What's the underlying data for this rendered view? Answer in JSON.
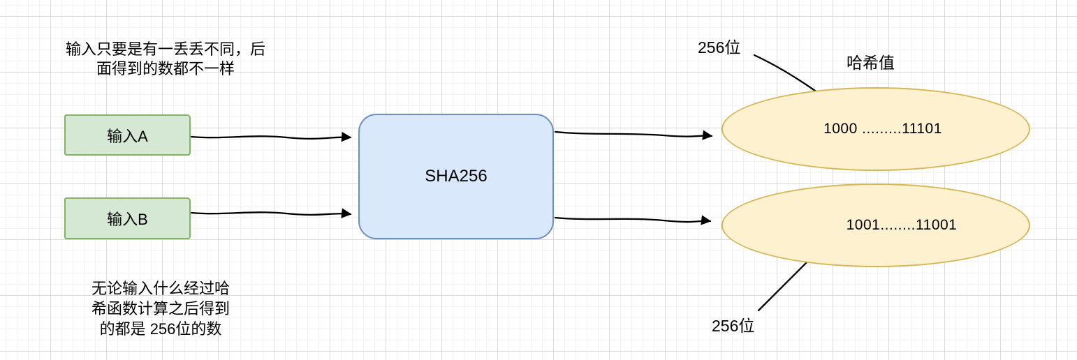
{
  "colors": {
    "input_fill": "#d5e8d4",
    "input_border": "#82b366",
    "hash_fn_fill": "#dae8fc",
    "hash_fn_border": "#6c8ebf",
    "hash_value_fill": "#fdf1d0",
    "hash_value_border": "#d6b656",
    "arrow": "#000000",
    "text": "#000000"
  },
  "annotations": {
    "top_note_lines": [
      "输入只要是有一丢丢不同，后",
      "面得到的数都不一样"
    ],
    "bottom_note_lines": [
      "无论输入什么经过哈",
      "希函数计算之后得到",
      "的都是 256位的数"
    ],
    "hash_value_title": "哈希值",
    "bits_label_top": "256位",
    "bits_label_bottom": "256位"
  },
  "nodes": {
    "input_a": "输入A",
    "input_b": "输入B",
    "hash_function": "SHA256",
    "hash_value_a": "1000 .........11101",
    "hash_value_b": "1001........11001"
  }
}
